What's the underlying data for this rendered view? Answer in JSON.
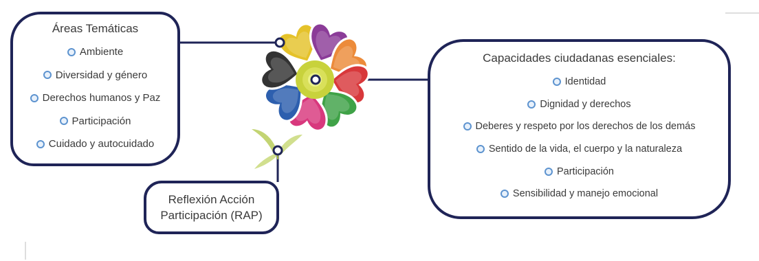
{
  "tematicas": {
    "title": "Áreas Temáticas",
    "items": [
      "Ambiente",
      "Diversidad y género",
      "Derechos humanos y Paz",
      "Participación",
      "Cuidado y autocuidado"
    ]
  },
  "capacidades": {
    "title": "Capacidades ciudadanas esenciales:",
    "items": [
      "Identidad",
      "Dignidad y derechos",
      "Deberes y respeto por los derechos de los demás",
      "Sentido de la vida, el cuerpo y la naturaleza",
      "Participación",
      "Sensibilidad y manejo emocional"
    ]
  },
  "rap": {
    "line1": "Reflexión Acción",
    "line2": "Participación (RAP)"
  },
  "colors": {
    "border": "#1f2457",
    "bullet": "#5d93cf",
    "petals": [
      "#e5c22a",
      "#8b3c98",
      "#ec8b3a",
      "#d8383b",
      "#3fa247",
      "#d8387d",
      "#2d5fae",
      "#333333"
    ],
    "center": "#c8d23c"
  }
}
